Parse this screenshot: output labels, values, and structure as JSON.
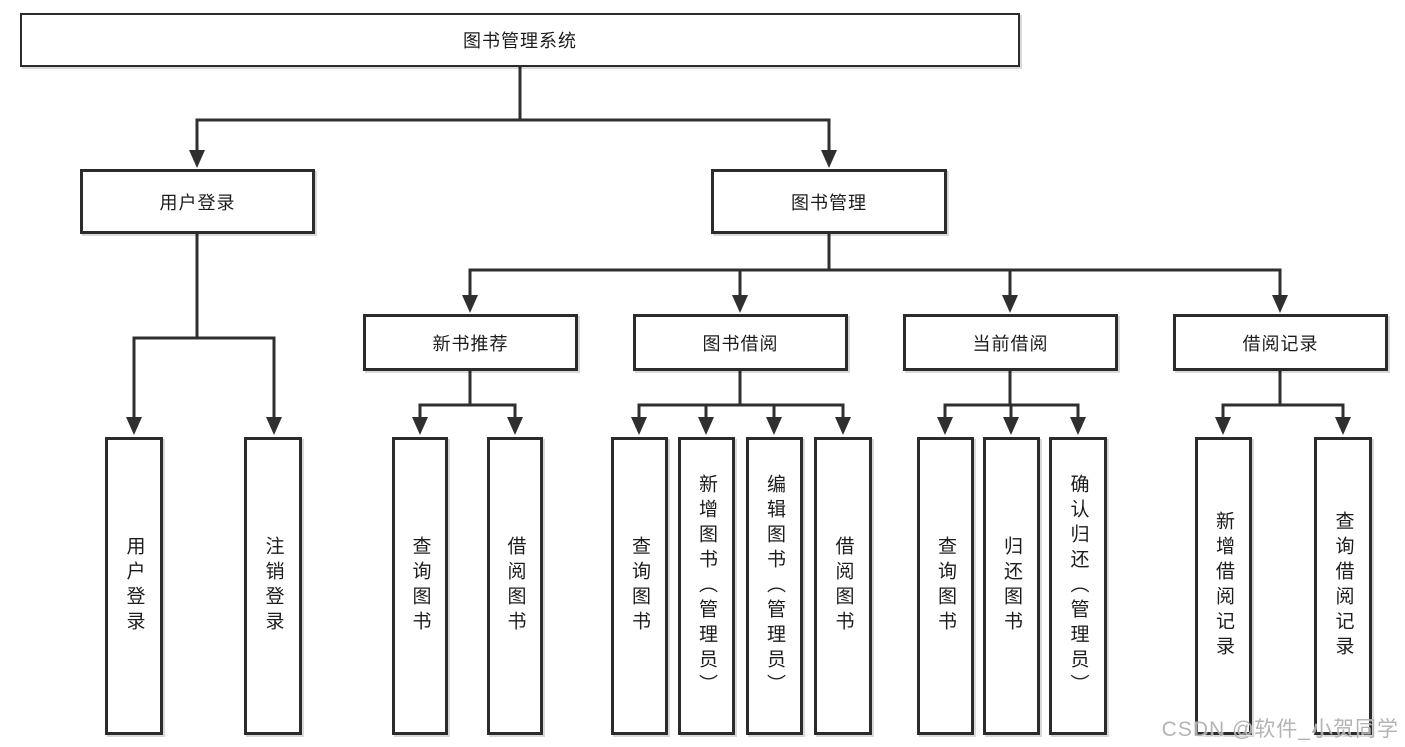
{
  "diagram": {
    "root": {
      "label": "图书管理系统"
    },
    "branches": [
      {
        "label": "用户登录",
        "children": [
          {
            "label": "用户登录"
          },
          {
            "label": "注销登录"
          }
        ]
      },
      {
        "label": "图书管理",
        "children": [
          {
            "label": "新书推荐",
            "children": [
              {
                "label": "查询图书"
              },
              {
                "label": "借阅图书"
              }
            ]
          },
          {
            "label": "图书借阅",
            "children": [
              {
                "label": "查询图书"
              },
              {
                "label": "新增图书（管理员）"
              },
              {
                "label": "编辑图书（管理员）"
              },
              {
                "label": "借阅图书"
              }
            ]
          },
          {
            "label": "当前借阅",
            "children": [
              {
                "label": "查询图书"
              },
              {
                "label": "归还图书"
              },
              {
                "label": "确认归还（管理员）"
              }
            ]
          },
          {
            "label": "借阅记录",
            "children": [
              {
                "label": "新增借阅记录"
              },
              {
                "label": "查询借阅记录"
              }
            ]
          }
        ]
      }
    ]
  },
  "watermark": {
    "text": "CSDN @软件_小贺同学"
  },
  "colors": {
    "line": "#2f2f2f",
    "border": "#2b2b2b",
    "text": "#1c1c1c",
    "watermark": "#b0b0b0",
    "background": "#ffffff"
  }
}
